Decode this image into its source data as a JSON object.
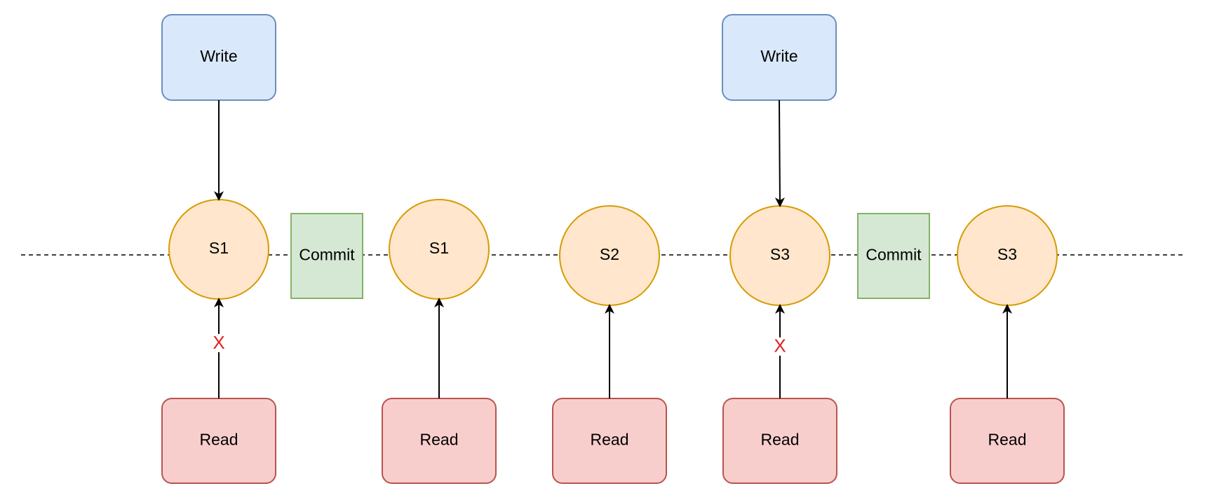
{
  "colors": {
    "write_fill": "#dae8fc",
    "write_stroke": "#6c8ebf",
    "state_fill": "#ffe6cc",
    "state_stroke": "#d79b00",
    "commit_fill": "#d5e8d4",
    "commit_stroke": "#82b366",
    "read_fill": "#f8cecc",
    "read_stroke": "#b85450",
    "blocked_mark": "#e02020",
    "line": "#000000"
  },
  "writes": [
    {
      "id": "write-1",
      "label": "Write"
    },
    {
      "id": "write-2",
      "label": "Write"
    }
  ],
  "states": [
    {
      "id": "state-1",
      "label": "S1"
    },
    {
      "id": "state-2",
      "label": "S1"
    },
    {
      "id": "state-3",
      "label": "S2"
    },
    {
      "id": "state-4",
      "label": "S3"
    },
    {
      "id": "state-5",
      "label": "S3"
    }
  ],
  "commits": [
    {
      "id": "commit-1",
      "label": "Commit"
    },
    {
      "id": "commit-2",
      "label": "Commit"
    }
  ],
  "reads": [
    {
      "id": "read-1",
      "label": "Read"
    },
    {
      "id": "read-2",
      "label": "Read"
    },
    {
      "id": "read-3",
      "label": "Read"
    },
    {
      "id": "read-4",
      "label": "Read"
    },
    {
      "id": "read-5",
      "label": "Read"
    }
  ],
  "edges": [
    {
      "from": "write-1",
      "to": "state-1"
    },
    {
      "from": "write-2",
      "to": "state-4"
    },
    {
      "from": "read-1",
      "to": "state-1",
      "blocked": true
    },
    {
      "from": "read-2",
      "to": "state-2"
    },
    {
      "from": "read-3",
      "to": "state-3"
    },
    {
      "from": "read-4",
      "to": "state-4",
      "blocked": true
    },
    {
      "from": "read-5",
      "to": "state-5"
    }
  ],
  "blocked_label": "X"
}
